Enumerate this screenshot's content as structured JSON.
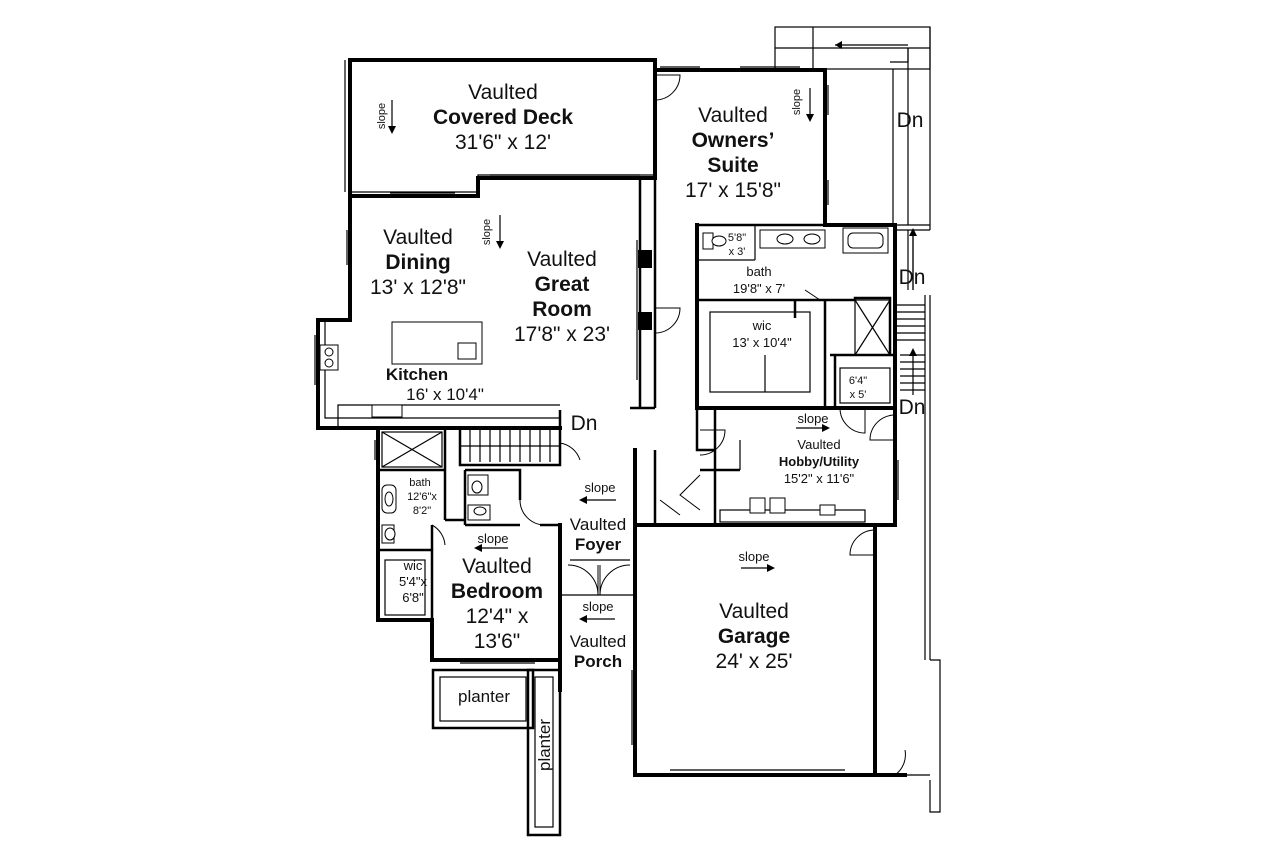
{
  "rooms": {
    "covered_deck": {
      "line1": "Vaulted",
      "line2": "Covered Deck",
      "line3": "31'6\" x 12'"
    },
    "owners_suite": {
      "line1": "Vaulted",
      "line2": "Owners’",
      "line3": "Suite",
      "line4": "17' x 15'8\""
    },
    "dining": {
      "line1": "Vaulted",
      "line2": "Dining",
      "line3": "13' x 12'8\""
    },
    "great_room": {
      "line1": "Vaulted",
      "line2": "Great",
      "line3": "Room",
      "line4": "17'8\" x 23'"
    },
    "kitchen": {
      "line1": "Kitchen",
      "line2": "16' x 10'4\""
    },
    "owners_bath": {
      "line1": "bath",
      "line2": "19'8\" x 7'"
    },
    "toilet_room": {
      "line1": "5'8\"",
      "line2": "x 3'"
    },
    "owners_wic": {
      "line1": "wic",
      "line2": "13' x 10'4\""
    },
    "closet": {
      "line1": "6'4\"",
      "line2": "x 5'"
    },
    "hobby_utility": {
      "line1": "Vaulted",
      "line2": "Hobby/Utility",
      "line3": "15'2\" x 11'6\""
    },
    "bath2": {
      "line1": "bath",
      "line2": "12'6\"x",
      "line3": "8'2\""
    },
    "bedroom": {
      "line1": "Vaulted",
      "line2": "Bedroom",
      "line3": "12'4\" x",
      "line4": "13'6\""
    },
    "wic2": {
      "line1": "wic",
      "line2": "5'4\"x",
      "line3": "6'8\""
    },
    "foyer": {
      "line1": "Vaulted",
      "line2": "Foyer"
    },
    "porch": {
      "line1": "Vaulted",
      "line2": "Porch"
    },
    "garage": {
      "line1": "Vaulted",
      "line2": "Garage",
      "line3": "24' x 25'"
    }
  },
  "annotations": {
    "slope": "slope",
    "dn": "Dn",
    "planter": "planter"
  }
}
